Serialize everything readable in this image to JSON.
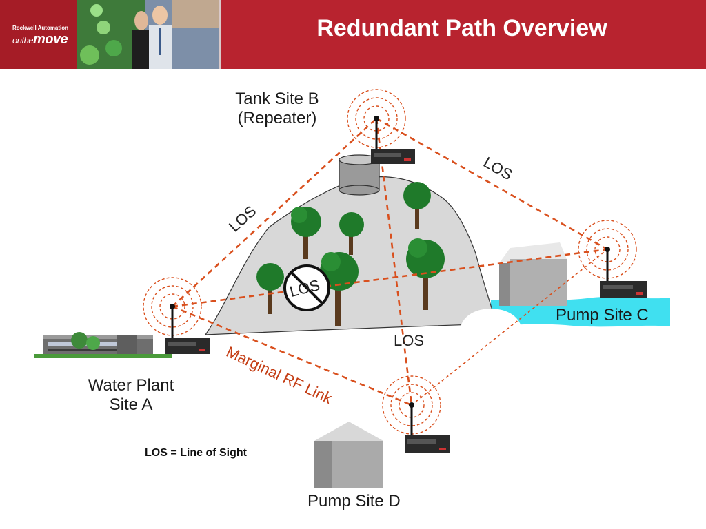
{
  "header": {
    "title": "Redundant Path Overview",
    "brand_line1": "Rockwell Automation",
    "brand_line2_small": "on",
    "brand_line2_the": "the",
    "brand_line2_big": "move"
  },
  "sites": {
    "tank_b_line1": "Tank Site B",
    "tank_b_line2": "(Repeater)",
    "pump_c": "Pump Site C",
    "water_a_line1": "Water Plant",
    "water_a_line2": "Site A",
    "pump_d": "Pump Site D"
  },
  "links": {
    "los_ab": "LOS",
    "los_bc": "LOS",
    "los_blocked": "LOS",
    "los_bd": "LOS",
    "marginal": "Marginal RF Link"
  },
  "legend": "LOS = Line of Sight",
  "colors": {
    "header_red": "#b8232f",
    "link_orange": "#d9501e",
    "water": "#40e0f0"
  }
}
